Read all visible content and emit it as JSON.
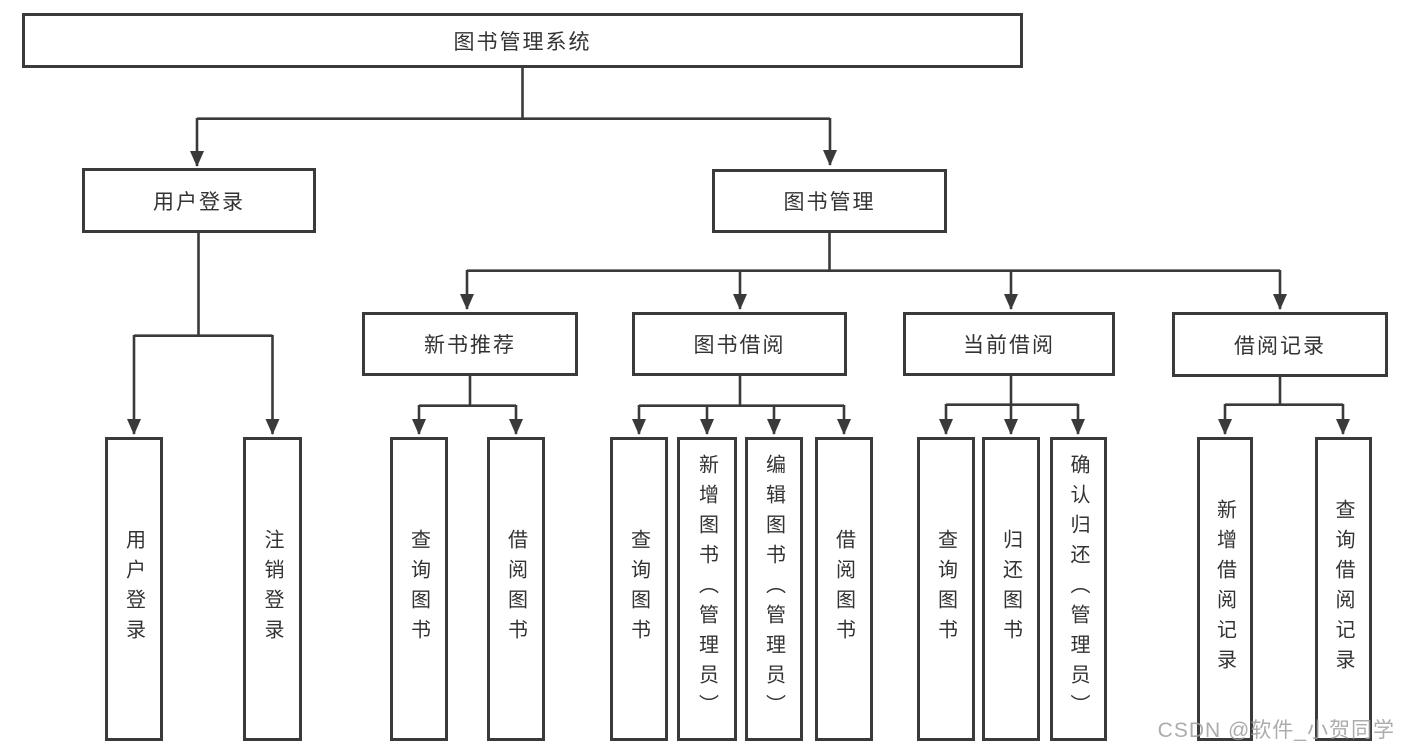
{
  "diagram": {
    "type": "hierarchy-tree",
    "colors": {
      "line": "#3a3a3a",
      "box_border": "#3a3a3a",
      "text": "#333333",
      "background": "#ffffff",
      "watermark": "#9e9e9e"
    }
  },
  "tree": {
    "label": "图书管理系统",
    "children": [
      {
        "label": "用户登录",
        "children": [
          {
            "label": "用户登录"
          },
          {
            "label": "注销登录"
          }
        ]
      },
      {
        "label": "图书管理",
        "children": [
          {
            "label": "新书推荐",
            "children": [
              {
                "label": "查询图书"
              },
              {
                "label": "借阅图书"
              }
            ]
          },
          {
            "label": "图书借阅",
            "children": [
              {
                "label": "查询图书"
              },
              {
                "label": "新增图书（管理员）"
              },
              {
                "label": "编辑图书（管理员）"
              },
              {
                "label": "借阅图书"
              }
            ]
          },
          {
            "label": "当前借阅",
            "children": [
              {
                "label": "查询图书"
              },
              {
                "label": "归还图书"
              },
              {
                "label": "确认归还（管理员）"
              }
            ]
          },
          {
            "label": "借阅记录",
            "children": [
              {
                "label": "新增借阅记录"
              },
              {
                "label": "查询借阅记录"
              }
            ]
          }
        ]
      }
    ]
  },
  "watermark": {
    "text": "CSDN @软件_小贺同学"
  }
}
